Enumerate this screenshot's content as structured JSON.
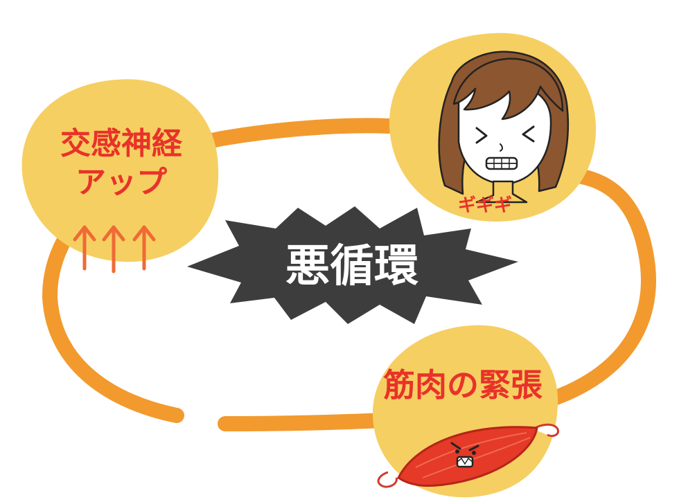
{
  "diagram": {
    "center_label": "悪循環",
    "nodes": [
      {
        "id": "sympathetic",
        "lines": [
          "交感神経",
          "アップ"
        ],
        "arrow_icon": "up-arrow-icon",
        "arrow_count": 3
      },
      {
        "id": "clenching",
        "caption": "ギギギ",
        "icon": "clenching-face-icon"
      },
      {
        "id": "muscle",
        "caption": "筋肉の緊張",
        "icon": "tense-muscle-icon"
      }
    ],
    "colors": {
      "loop": "#f29a2e",
      "bubble": "#f6cf62",
      "text_red": "#e8322a",
      "burst": "#3d3d3d",
      "center_text": "#ffffff",
      "hair": "#8b5630",
      "muscle": "#e43a27",
      "arrow": "#ef6a35"
    }
  }
}
